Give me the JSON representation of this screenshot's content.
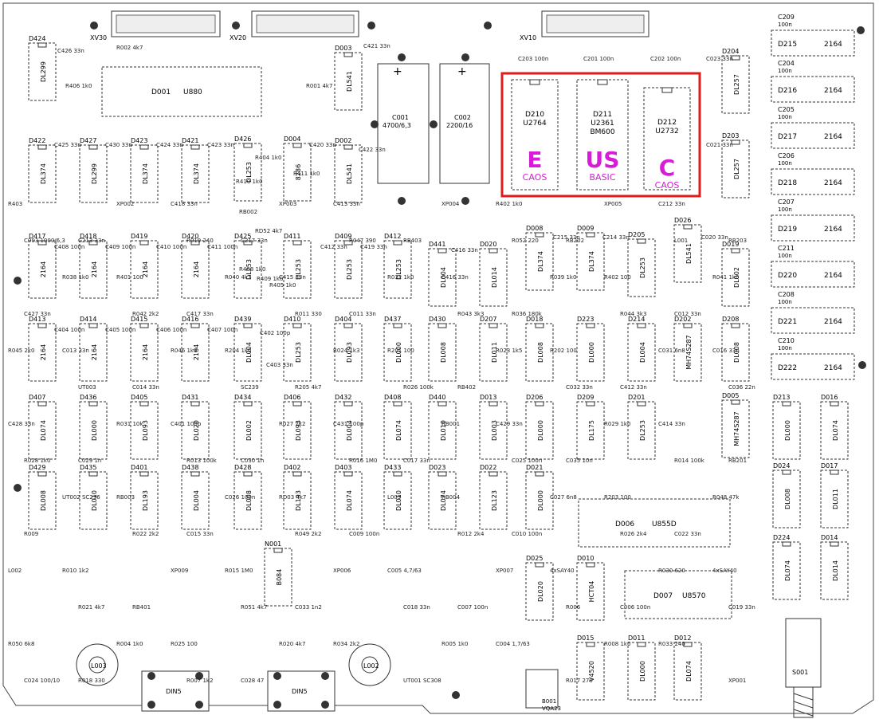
{
  "board": {
    "connectors": [
      "XV30",
      "XV20",
      "XV10"
    ],
    "highlight": {
      "color": "#e01b1b",
      "labels_color": "#d81bd8",
      "chips": [
        {
          "ref": "D210",
          "type": "U2764",
          "letter": "E",
          "caption": "CAOS"
        },
        {
          "ref": "D211",
          "type": "U2361",
          "type2": "BM600",
          "letter": "US",
          "caption": "BASIC"
        },
        {
          "ref": "D212",
          "type": "U2732",
          "letter": "C",
          "caption": "CAOS"
        }
      ]
    },
    "caps_big": [
      {
        "ref": "C001",
        "value": "4700/6,3"
      },
      {
        "ref": "C002",
        "value": "2200/16"
      }
    ],
    "d001": {
      "ref": "D001",
      "type": "U880"
    },
    "d006": {
      "ref": "D006",
      "type": "U855D"
    },
    "d007": {
      "ref": "D007",
      "type": "U8570"
    },
    "din": [
      "DIN5",
      "DIN5"
    ],
    "s001": "S001",
    "b001": [
      "B001",
      "VQA23"
    ],
    "chips": [
      {
        "ref": "D424",
        "type": "DL299"
      },
      {
        "ref": "D003",
        "type": "DL541"
      },
      {
        "ref": "D422",
        "type": "DL374"
      },
      {
        "ref": "D427",
        "type": "DL299"
      },
      {
        "ref": "D423",
        "type": "DL374"
      },
      {
        "ref": "D421",
        "type": "DL374"
      },
      {
        "ref": "D426",
        "type": "DL253"
      },
      {
        "ref": "D004",
        "type": "8286"
      },
      {
        "ref": "D002",
        "type": "DL541"
      },
      {
        "ref": "D204",
        "type": "DL257"
      },
      {
        "ref": "D203",
        "type": "DL257"
      },
      {
        "ref": "D417",
        "type": "2164"
      },
      {
        "ref": "D418",
        "type": "2164"
      },
      {
        "ref": "D419",
        "type": "2164"
      },
      {
        "ref": "D420",
        "type": "2164"
      },
      {
        "ref": "D425",
        "type": "DL253"
      },
      {
        "ref": "D411",
        "type": "DL253"
      },
      {
        "ref": "D409",
        "type": "DL253"
      },
      {
        "ref": "D412",
        "type": "DL253"
      },
      {
        "ref": "D441",
        "type": "DL004"
      },
      {
        "ref": "D020",
        "type": "DL014"
      },
      {
        "ref": "D008",
        "type": "DL374"
      },
      {
        "ref": "D009",
        "type": "DL374"
      },
      {
        "ref": "D205",
        "type": "DL253"
      },
      {
        "ref": "D026",
        "type": "DL541"
      },
      {
        "ref": "D019",
        "type": "DL002"
      },
      {
        "ref": "D413",
        "type": "2164"
      },
      {
        "ref": "D414",
        "type": "2164"
      },
      {
        "ref": "D415",
        "type": "2164"
      },
      {
        "ref": "D416",
        "type": "2164"
      },
      {
        "ref": "D439",
        "type": "DL004"
      },
      {
        "ref": "D410",
        "type": "DL253"
      },
      {
        "ref": "D404",
        "type": "DL093"
      },
      {
        "ref": "D437",
        "type": "DL000"
      },
      {
        "ref": "D430",
        "type": "DL008"
      },
      {
        "ref": "D207",
        "type": "DL011"
      },
      {
        "ref": "D018",
        "type": "DL008"
      },
      {
        "ref": "D223",
        "type": "DL000"
      },
      {
        "ref": "D214",
        "type": "DL004"
      },
      {
        "ref": "D202",
        "type": "MH74S287"
      },
      {
        "ref": "D208",
        "type": "DL008"
      },
      {
        "ref": "D407",
        "type": "DL074"
      },
      {
        "ref": "D436",
        "type": "DL000"
      },
      {
        "ref": "D405",
        "type": "DL093"
      },
      {
        "ref": "D431",
        "type": "DL020"
      },
      {
        "ref": "D434",
        "type": "DL002"
      },
      {
        "ref": "D406",
        "type": "DL093"
      },
      {
        "ref": "D432",
        "type": "DL004"
      },
      {
        "ref": "D408",
        "type": "DL074"
      },
      {
        "ref": "D440",
        "type": "DL010"
      },
      {
        "ref": "D013",
        "type": "DL003"
      },
      {
        "ref": "D206",
        "type": "DL000"
      },
      {
        "ref": "D209",
        "type": "DL175"
      },
      {
        "ref": "D201",
        "type": "DL253"
      },
      {
        "ref": "D005",
        "type": "MH74S287"
      },
      {
        "ref": "D213",
        "type": "DL000"
      },
      {
        "ref": "D016",
        "type": "DL074"
      },
      {
        "ref": "D429",
        "type": "DL008"
      },
      {
        "ref": "D435",
        "type": "DL010"
      },
      {
        "ref": "D401",
        "type": "DL193"
      },
      {
        "ref": "D438",
        "type": "DL004"
      },
      {
        "ref": "D428",
        "type": "DL008"
      },
      {
        "ref": "D402",
        "type": "DL193"
      },
      {
        "ref": "D403",
        "type": "DL074"
      },
      {
        "ref": "D433",
        "type": "DL010"
      },
      {
        "ref": "D023",
        "type": "DL074"
      },
      {
        "ref": "D022",
        "type": "DL123"
      },
      {
        "ref": "D021",
        "type": "DL000"
      },
      {
        "ref": "D024",
        "type": "DL008"
      },
      {
        "ref": "D017",
        "type": "DL011"
      },
      {
        "ref": "D224",
        "type": "DL074"
      },
      {
        "ref": "D014",
        "type": "DL014"
      },
      {
        "ref": "D025",
        "type": "DL020"
      },
      {
        "ref": "D010",
        "type": "HCT04"
      },
      {
        "ref": "D015",
        "type": "V4520"
      },
      {
        "ref": "D011",
        "type": "DL000"
      },
      {
        "ref": "D012",
        "type": "DL074"
      },
      {
        "ref": "N001",
        "type": "B084"
      }
    ],
    "mem": [
      {
        "ref": "D215",
        "type": "2164",
        "cap": "C209",
        "val": "100n"
      },
      {
        "ref": "D216",
        "type": "2164",
        "cap": "C204",
        "val": "100n"
      },
      {
        "ref": "D217",
        "type": "2164",
        "cap": "C205",
        "val": "100n"
      },
      {
        "ref": "D218",
        "type": "2164",
        "cap": "C206",
        "val": "100n"
      },
      {
        "ref": "D219",
        "type": "2164",
        "cap": "C207",
        "val": "100n"
      },
      {
        "ref": "D220",
        "type": "2164",
        "cap": "C211",
        "val": "100n"
      },
      {
        "ref": "D221",
        "type": "2164",
        "cap": "C208",
        "val": "100n"
      },
      {
        "ref": "D222",
        "type": "2164",
        "cap": "C210",
        "val": "100n"
      }
    ],
    "labels": [
      "R002 4k7",
      "R406 1k0",
      "R001 4k7",
      "C426 33n",
      "C421 33n",
      "C203 100n",
      "C201 100n",
      "C202 100n",
      "C023 33n",
      "C021 33n",
      "C425 33n",
      "C430 33n",
      "C424 33n",
      "C423 33n",
      "C420 33n",
      "C422 33n",
      "R410 1k0",
      "R404 1k0",
      "R411 1k0",
      "RB002",
      "RD52 4k7",
      "C408 100n",
      "C409 100n",
      "C410 100n",
      "C411 100n",
      "C412 33n",
      "R408 1k0",
      "R409 1k0",
      "R405 1k0",
      "C419 33n",
      "C416 33n",
      "C215 33n",
      "C214 33n",
      "C020 33n",
      "C404 100n",
      "C405 100n",
      "C406 100n",
      "C407 100n",
      "C402 100p",
      "C403 33n",
      "R403",
      "C418 33n",
      "C413 33n",
      "R402 1k0",
      "C212 33n",
      "C213 33n",
      "C217 33n",
      "RB403",
      "RB202",
      "RB203",
      "R401 100",
      "C415 33n",
      "C416 33n",
      "R402 100",
      "C427 33n",
      "C417 33n",
      "C011 33n",
      "R036 180k",
      "C012 33n",
      "C013 33n",
      "R204 1k0",
      "R201 100",
      "R202 100",
      "C016 33n",
      "C014 33n",
      "R205 4k7",
      "RB402",
      "C412 33n",
      "C428 33n",
      "C401 100p",
      "C431 100p",
      "C429 33n",
      "C414 33n",
      "C029 1n",
      "C030 1n",
      "C017 33n",
      "C035 10n",
      "RB201",
      "RB003",
      "RD03 4k7",
      "RB004",
      "R203 100",
      "R009",
      "C015 33n",
      "C009 100n",
      "C010 100n",
      "C022 33n",
      "R010 1k2",
      "R015 1M0",
      "C005 4,7/63",
      "4xSAY40",
      "4xSAY40",
      "RB401",
      "C033 1n2",
      "C007 100n",
      "C006 100n",
      "R050 6k8",
      "R025 100",
      "R034 2k2",
      "C004 1,7/63",
      "R033 240",
      "R018 330",
      "C028 47",
      "UT001 SC308",
      "R017 270",
      "XP001",
      "XP002",
      "XP003",
      "XP004",
      "XP005",
      "C003 1000/6,3",
      "R019 240",
      "R047 390",
      "R052 220",
      "L001",
      "R038 1k0",
      "R040 4k7",
      "R032 1k0",
      "R039 1k0",
      "R041 1k0",
      "R042 2k2",
      "R011 330",
      "R043 3k3",
      "R044 3k3",
      "R045 2k0",
      "R046 1k0",
      "R024 1k3",
      "R023 1k5",
      "C031 6n8",
      "UT003",
      "SC239",
      "R026 100k",
      "C032 33n",
      "C036 22n",
      "R031 10k",
      "R027 2k2",
      "RB001",
      "R029 1k0",
      "R028 1k0",
      "R013 100k",
      "R016 1M0",
      "C025 100n",
      "R014 100k",
      "UT002 SC236",
      "C026 100n",
      "L003",
      "C027 6n8",
      "R048 47k",
      "R022 2k2",
      "R049 2k2",
      "R012 2k4",
      "R026 2k4",
      "L002",
      "XP009",
      "XP006",
      "XP007",
      "R030 620",
      "R021 4k7",
      "R051 4k7",
      "C018 33n",
      "R006",
      "C019 33n",
      "R004 1k0",
      "R020 4k7",
      "R005 1k0",
      "R008 1k0",
      "C024 100/10",
      "R007 1k2"
    ]
  }
}
